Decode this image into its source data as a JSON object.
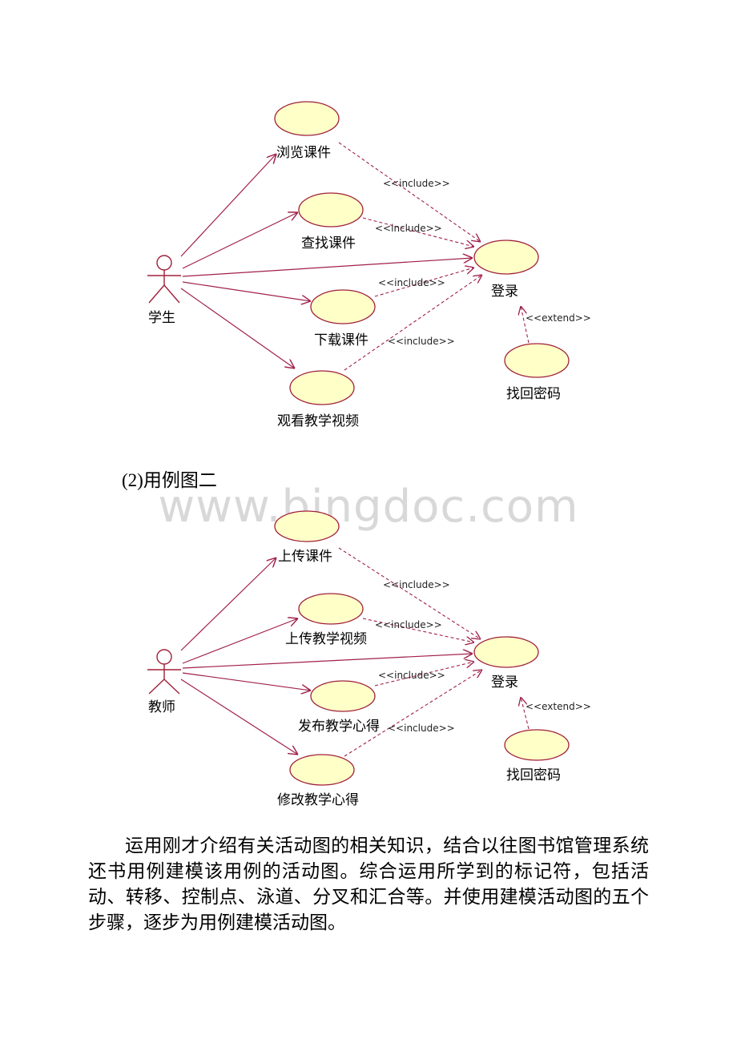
{
  "diagram1": {
    "actor": "学生",
    "target": "登录",
    "use_cases": [
      "浏览课件",
      "查找课件",
      "下载课件",
      "观看教学视频"
    ],
    "extension": "找回密码",
    "include_label": "<<include>>",
    "extend_label": "<<extend>>"
  },
  "caption": "(2)用例图二",
  "watermark": "www.bingdoc.com",
  "diagram2": {
    "actor": "教师",
    "target": "登录",
    "use_cases": [
      "上传课件",
      "上传教学视频",
      "发布教学心得",
      "修改教学心得"
    ],
    "extension": "找回密码",
    "include_label": "<<include>>",
    "extend_label": "<<extend>>"
  },
  "paragraph": "运用刚才介绍有关活动图的相关知识，结合以往图书馆管理系统还书用例建模该用例的活动图。综合运用所学到的标记符，包括活动、转移、控制点、泳道、分叉和汇合等。并使用建模活动图的五个步骤，逐步为用例建模活动图。",
  "colors": {
    "usecase_fill": "#ffffc8",
    "line": "#a0204a"
  }
}
